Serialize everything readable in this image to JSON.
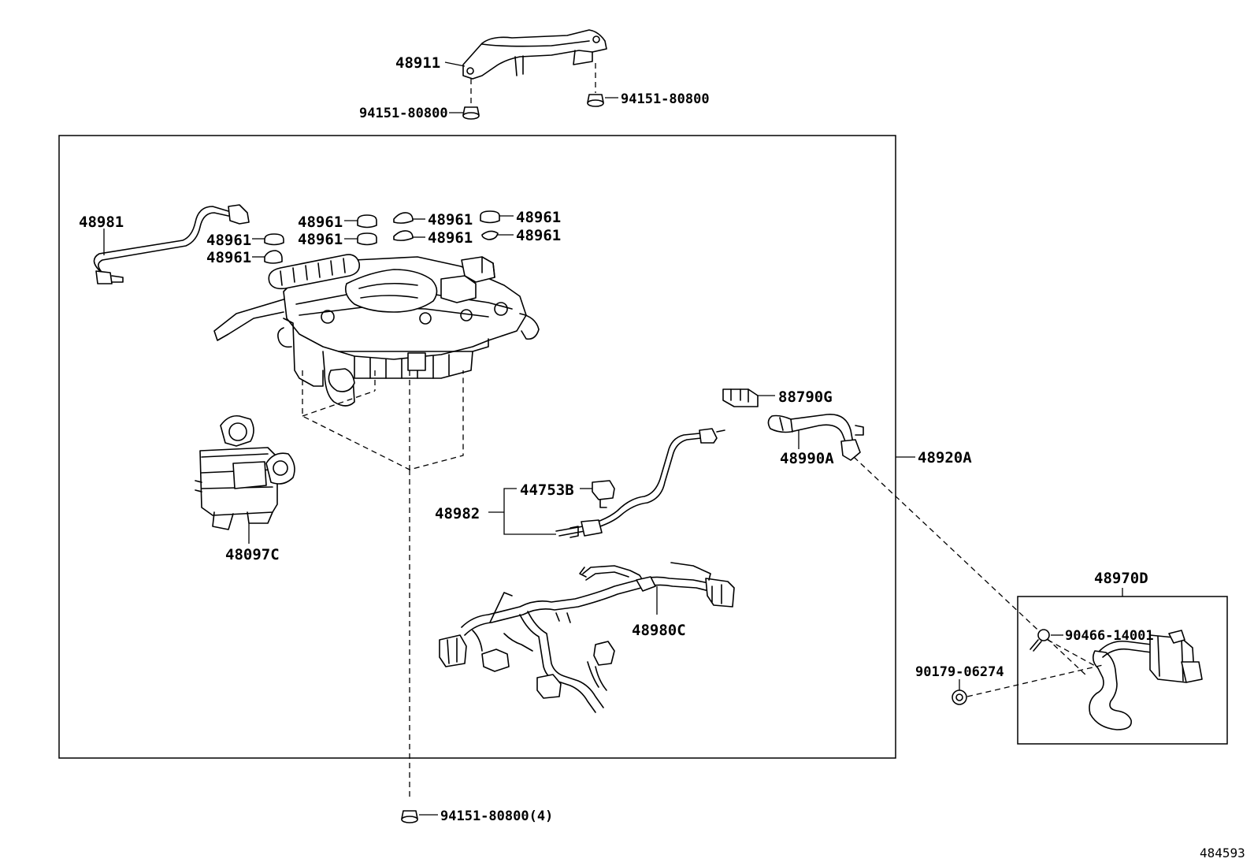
{
  "labels": {
    "bracket": "48911",
    "bolt_left_top": "94151-80800",
    "bolt_right_top": "94151-80800",
    "sensor_wire": "48981",
    "bush_1": "48961",
    "bush_2": "48961",
    "bush_3": "48961",
    "bush_4": "48961",
    "bush_5": "48961",
    "bush_6": "48961",
    "bush_7": "48961",
    "bush_8": "48961",
    "valve": "48097C",
    "connector_g": "88790G",
    "hose": "48990A",
    "assembly": "48920A",
    "clip": "44753B",
    "harness_small": "48982",
    "harness_main": "48980C",
    "bolt_bottom": "94151-80800(4)",
    "sub_assembly": "48970D",
    "screw": "90466-14001",
    "nut": "90179-06274",
    "figure_id": "484593"
  }
}
